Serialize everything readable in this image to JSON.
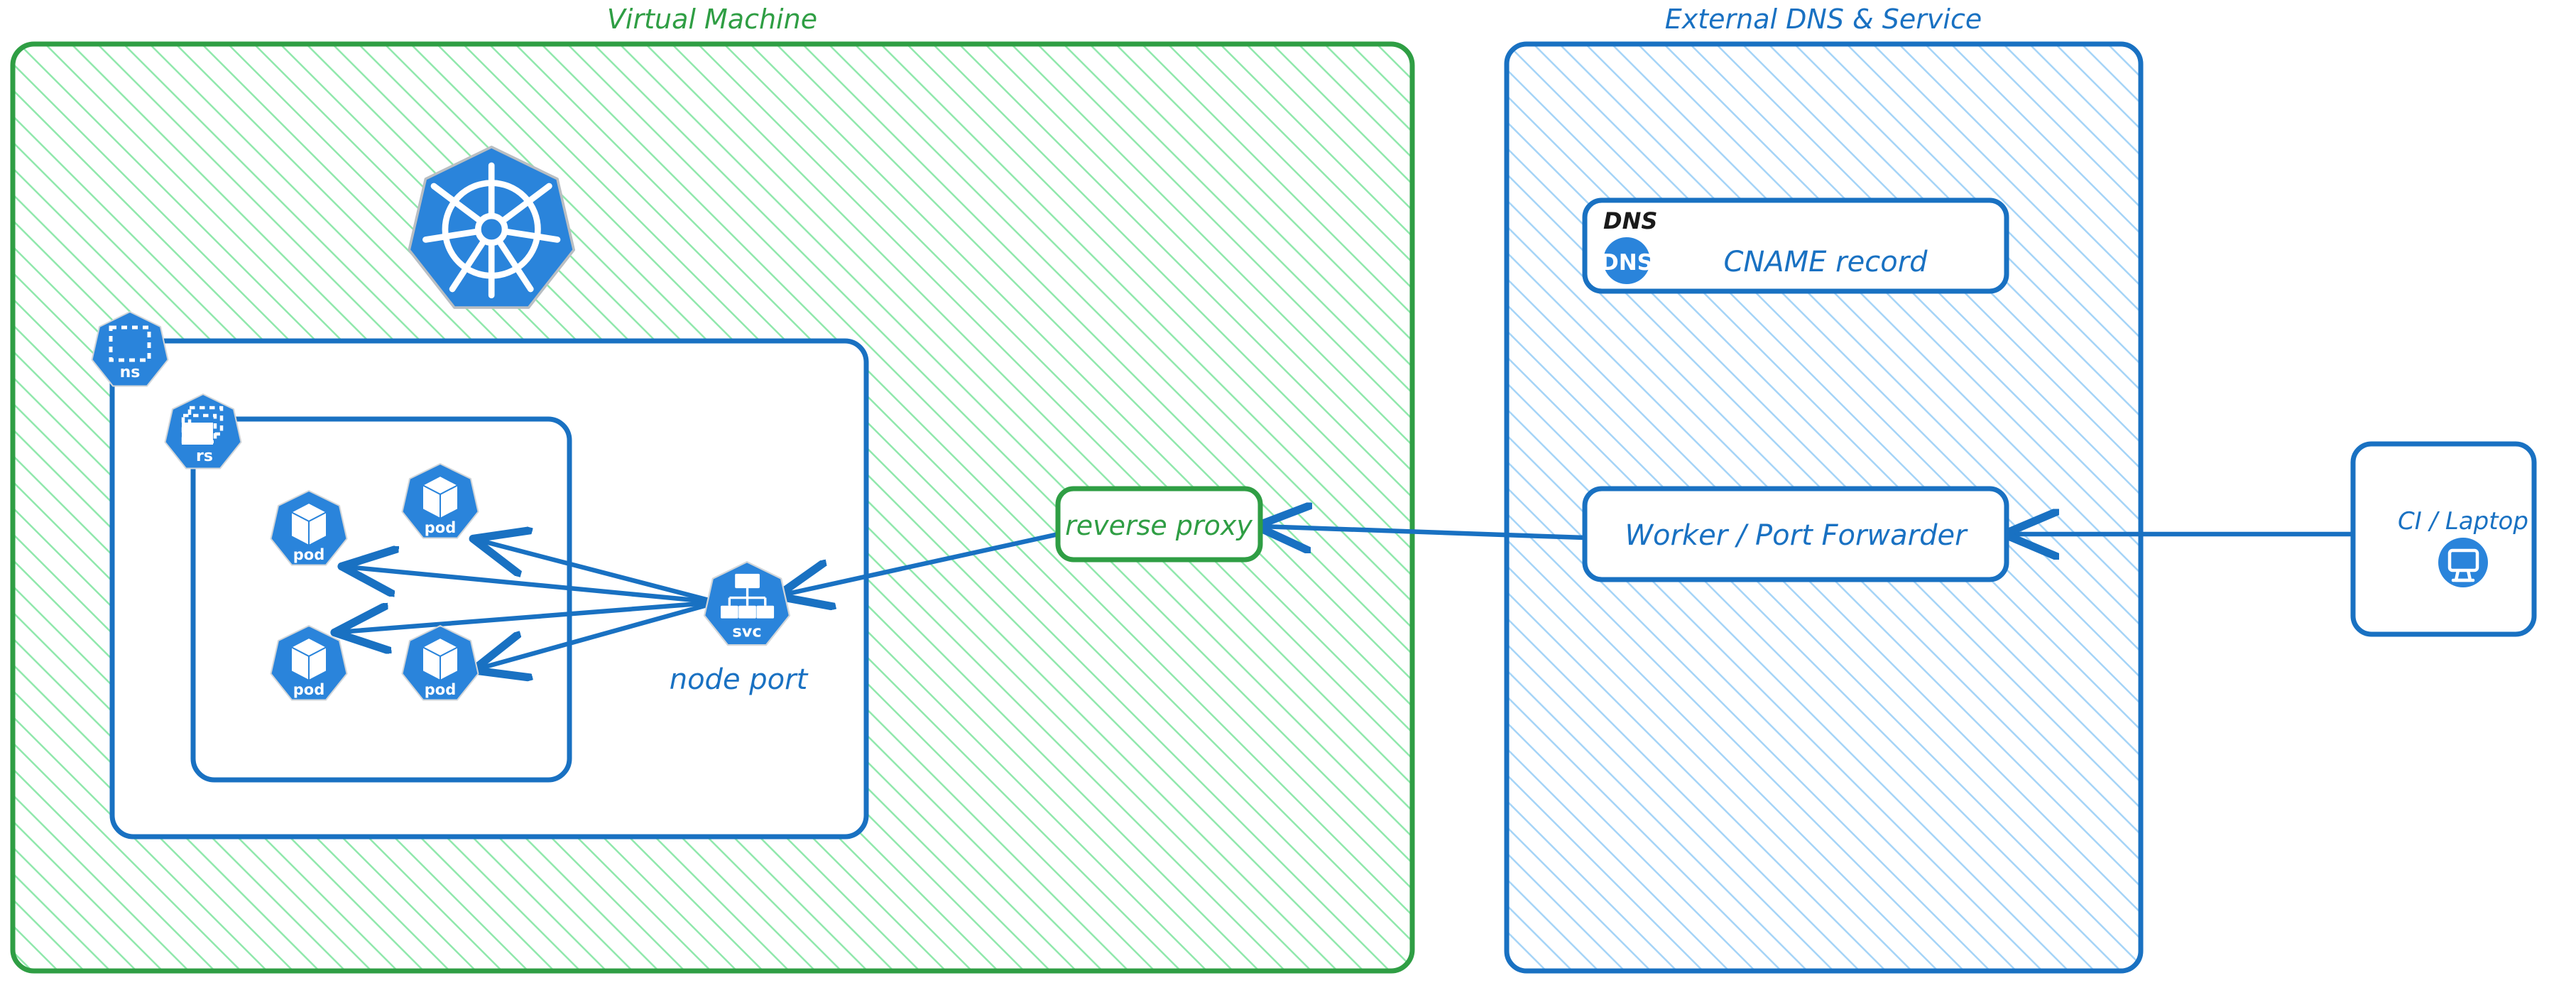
{
  "diagram": {
    "title_vm": "Virtual Machine",
    "title_external": "External DNS & Service",
    "colors": {
      "green_stroke": "#2f9e44",
      "green_hatch": "#90e8ac",
      "blue_stroke": "#1971c2",
      "blue_hatch": "#a5d4f7",
      "k8s_blue": "#2a84db",
      "black_text": "#1a1a1a",
      "white": "#ffffff"
    }
  },
  "vm": {
    "title": "Virtual Machine",
    "namespace": {
      "icon_label": "ns",
      "icon_name": "kubernetes-namespace-icon"
    },
    "replicaset": {
      "icon_label": "rs",
      "icon_name": "kubernetes-replicaset-icon"
    },
    "k8s_logo": {
      "icon_name": "kubernetes-logo-icon"
    },
    "pods": [
      {
        "label": "pod"
      },
      {
        "label": "pod"
      },
      {
        "label": "pod"
      },
      {
        "label": "pod"
      }
    ],
    "service": {
      "icon_label": "svc",
      "caption": "node port"
    },
    "reverse_proxy": {
      "label": "reverse proxy"
    }
  },
  "external": {
    "title": "External DNS & Service",
    "dns_card": {
      "kind_label": "DNS",
      "badge_text": "DNS",
      "title": "CNAME record"
    },
    "worker_card": {
      "label": "Worker / Port Forwarder"
    }
  },
  "client": {
    "card": {
      "label": "CI / Laptop",
      "icon_name": "desktop-monitor-icon"
    }
  },
  "edges": [
    {
      "from": "node-port-service",
      "to": "pod-1"
    },
    {
      "from": "node-port-service",
      "to": "pod-2"
    },
    {
      "from": "node-port-service",
      "to": "pod-3"
    },
    {
      "from": "node-port-service",
      "to": "pod-4"
    },
    {
      "from": "reverse-proxy",
      "to": "node-port-service"
    },
    {
      "from": "worker-port-forwarder",
      "to": "reverse-proxy"
    },
    {
      "from": "ci-laptop",
      "to": "worker-port-forwarder"
    }
  ]
}
